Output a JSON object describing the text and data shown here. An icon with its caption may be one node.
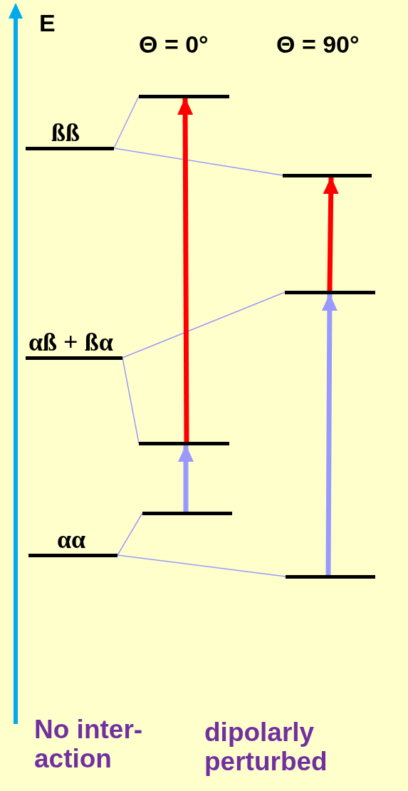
{
  "diagram": {
    "nodes": [
      {
        "text": [
          "ßß"
        ]
      },
      {
        "text": [
          "αß + ßα"
        ]
      },
      {
        "text": [
          "αα"
        ]
      },
      {
        "text": [],
        "shape": "bar"
      },
      {
        "text": [],
        "shape": "bar"
      },
      {
        "text": [],
        "shape": "bar"
      },
      {
        "text": [],
        "shape": "bar"
      },
      {
        "text": [],
        "shape": "bar"
      },
      {
        "text": [],
        "shape": "bar"
      }
    ],
    "edges": [
      {
        "from": 0,
        "to": 3,
        "arrow": "none"
      },
      {
        "from": 0,
        "to": 6,
        "arrow": "none"
      },
      {
        "from": 1,
        "to": 4,
        "arrow": "none"
      },
      {
        "from": 1,
        "to": 7,
        "arrow": "none"
      },
      {
        "from": 2,
        "to": 5,
        "arrow": "none"
      },
      {
        "from": 2,
        "to": 8,
        "arrow": "none"
      },
      {
        "from": 5,
        "to": 4,
        "arrow": "to",
        "style": "thick"
      },
      {
        "from": 4,
        "to": 3,
        "arrow": "to",
        "style": "thick",
        "color": "#ff0000"
      },
      {
        "from": 8,
        "to": 7,
        "arrow": "to",
        "style": "thick"
      },
      {
        "from": 7,
        "to": 6,
        "arrow": "to",
        "style": "thick",
        "color": "#ff0000"
      }
    ],
    "labels": [
      "E",
      "Θ = 0°",
      "Θ = 90°",
      "No inter- action",
      "dipolarly perturbed"
    ]
  }
}
